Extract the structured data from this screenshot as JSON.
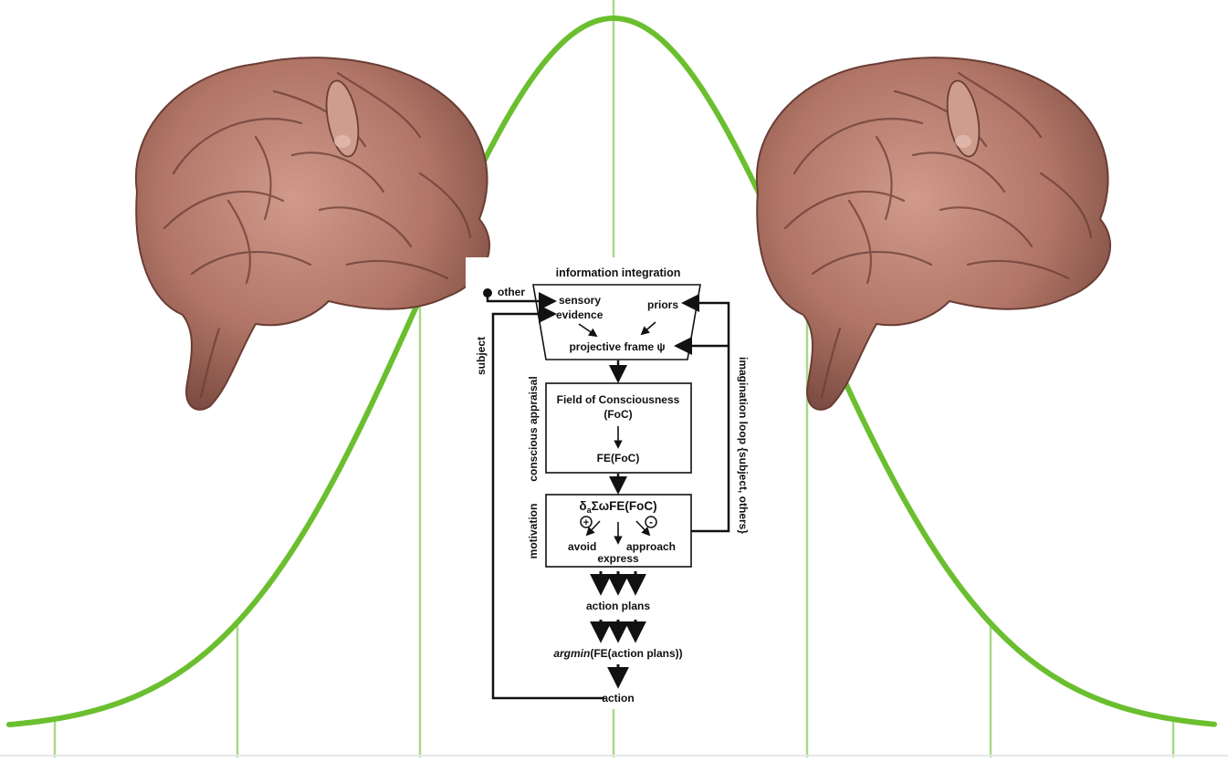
{
  "diagram": {
    "header": "information integration",
    "inputs": {
      "other": "other",
      "subject": "subject"
    },
    "integration": {
      "sensory_line1": "sensory",
      "sensory_line2": "evidence",
      "priors": "priors",
      "frame": "projective frame ψ"
    },
    "appraisal": {
      "side_label": "conscious appraisal",
      "title_line1": "Field of Consciousness",
      "title_line2": "(FoC)",
      "fe": "FE(FoC)"
    },
    "motivation": {
      "side_label": "motivation",
      "formula_delta": "δ",
      "formula_sub": "a",
      "formula_rest": "ΣωFE(FoC)",
      "plus": "+",
      "minus": "-",
      "avoid": "avoid",
      "approach": "approach",
      "express": "express"
    },
    "loop_label": "imagination loop {subject, others}",
    "action_plans": "action plans",
    "argmin_italic": "argmin",
    "argmin_rest": "(FE(action plans))",
    "action": "action"
  },
  "illustrations": {
    "left": "brain-made-of-hands",
    "right": "brain-made-of-hands"
  },
  "colors": {
    "curve": "#6bbf2f",
    "gridline": "#a9d98a",
    "ink": "#111111",
    "brain": "#b07566"
  }
}
